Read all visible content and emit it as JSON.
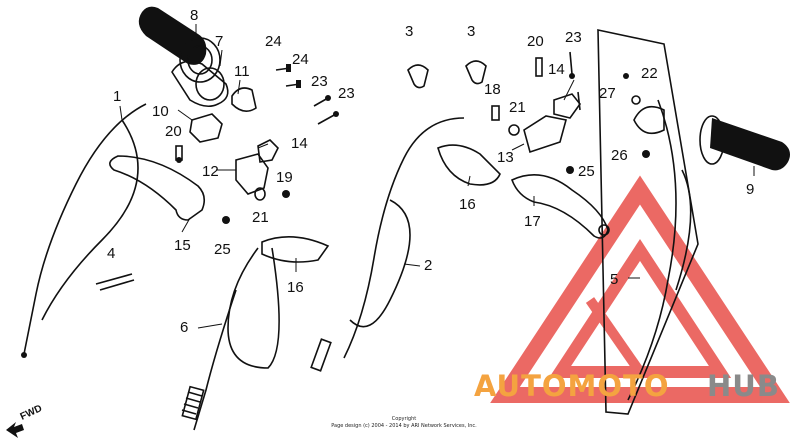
{
  "callouts": [
    "1",
    "2",
    "3",
    "3",
    "4",
    "5",
    "6",
    "7",
    "8",
    "9",
    "10",
    "11",
    "12",
    "13",
    "14",
    "14",
    "15",
    "16",
    "16",
    "17",
    "18",
    "19",
    "20",
    "20",
    "21",
    "21",
    "22",
    "23",
    "23",
    "23",
    "24",
    "24",
    "25",
    "25",
    "26",
    "27"
  ],
  "copyright": {
    "line1": "Copyright",
    "line2": "Page design (c) 2004 - 2014 by ARI Network Services, Inc."
  },
  "fwd_label": "FWD",
  "watermark": {
    "part1": "AUTOMOTO",
    "part2": "HUB",
    "color_orange": "#f4a340",
    "color_red": "#e8504a",
    "color_grey": "#8a8a8a"
  }
}
